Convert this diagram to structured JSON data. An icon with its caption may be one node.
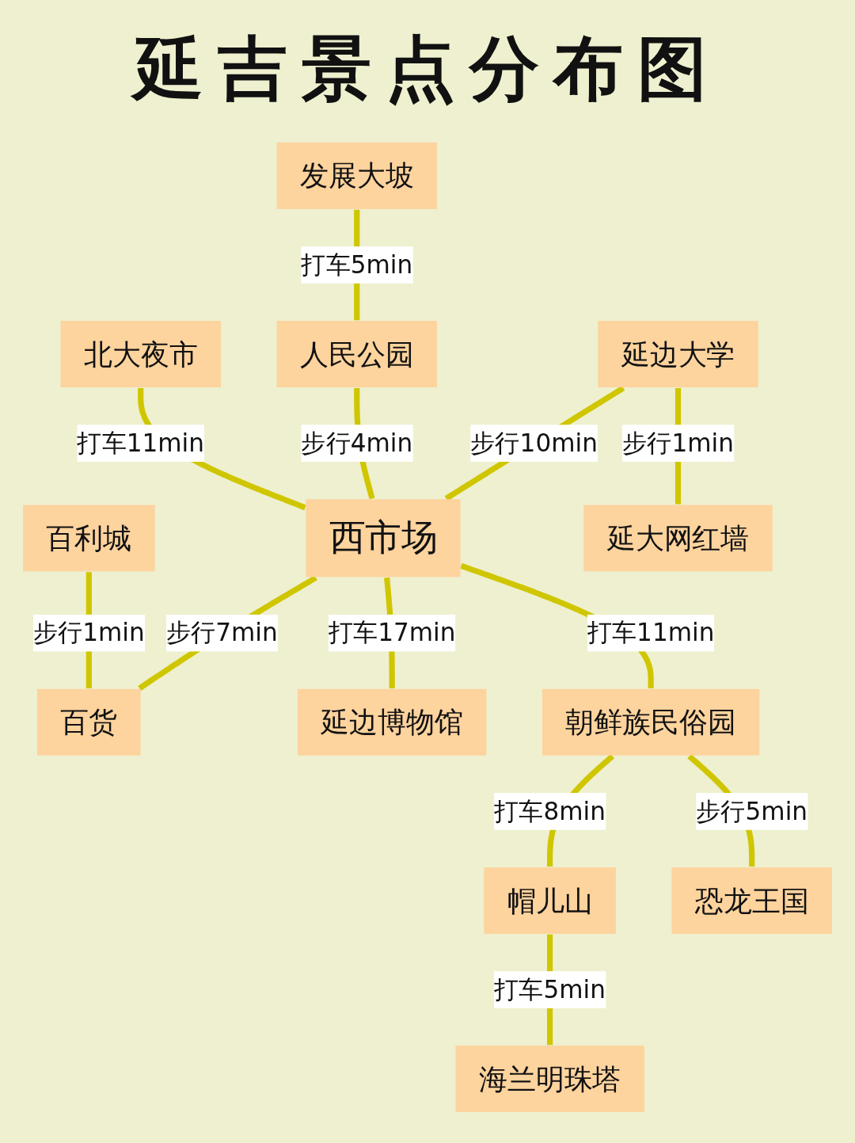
{
  "diagram": {
    "title": "延吉景点分布图",
    "nodes": [
      {
        "text": [
          "发展大坡"
        ]
      },
      {
        "text": [
          "北大夜市"
        ]
      },
      {
        "text": [
          "人民公园"
        ]
      },
      {
        "text": [
          "百利城"
        ]
      },
      {
        "text": [
          "延边大学"
        ]
      },
      {
        "text": [
          "西市场"
        ]
      },
      {
        "text": [
          "百货"
        ]
      },
      {
        "text": [
          "延大网红墙"
        ]
      },
      {
        "text": [
          "延边博物馆"
        ]
      },
      {
        "text": [
          "朝鲜族民俗园"
        ]
      },
      {
        "text": [
          "帽儿山"
        ]
      },
      {
        "text": [
          "恐龙王国"
        ]
      },
      {
        "text": [
          "海兰明珠塔"
        ]
      }
    ],
    "edges": [
      {
        "from": 0,
        "to": 2,
        "arrow": "none",
        "label": "打车5min"
      },
      {
        "from": 1,
        "to": 5,
        "arrow": "none",
        "label": "打车11min"
      },
      {
        "from": 2,
        "to": 5,
        "arrow": "none",
        "label": "步行4min"
      },
      {
        "from": 3,
        "to": 6,
        "arrow": "none",
        "label": "步行1min"
      },
      {
        "from": 4,
        "to": 5,
        "arrow": "none",
        "label": "步行10min"
      },
      {
        "from": 5,
        "to": 6,
        "arrow": "none",
        "label": "步行7min"
      },
      {
        "from": 4,
        "to": 7,
        "arrow": "none",
        "label": "步行1min"
      },
      {
        "from": 5,
        "to": 8,
        "arrow": "none",
        "label": "打车17min"
      },
      {
        "from": 5,
        "to": 9,
        "arrow": "none",
        "label": "打车11min"
      },
      {
        "from": 9,
        "to": 10,
        "arrow": "none",
        "label": "打车8min"
      },
      {
        "from": 9,
        "to": 11,
        "arrow": "none",
        "label": "步行5min"
      },
      {
        "from": 10,
        "to": 12,
        "arrow": "none",
        "label": "打车5min"
      }
    ]
  }
}
